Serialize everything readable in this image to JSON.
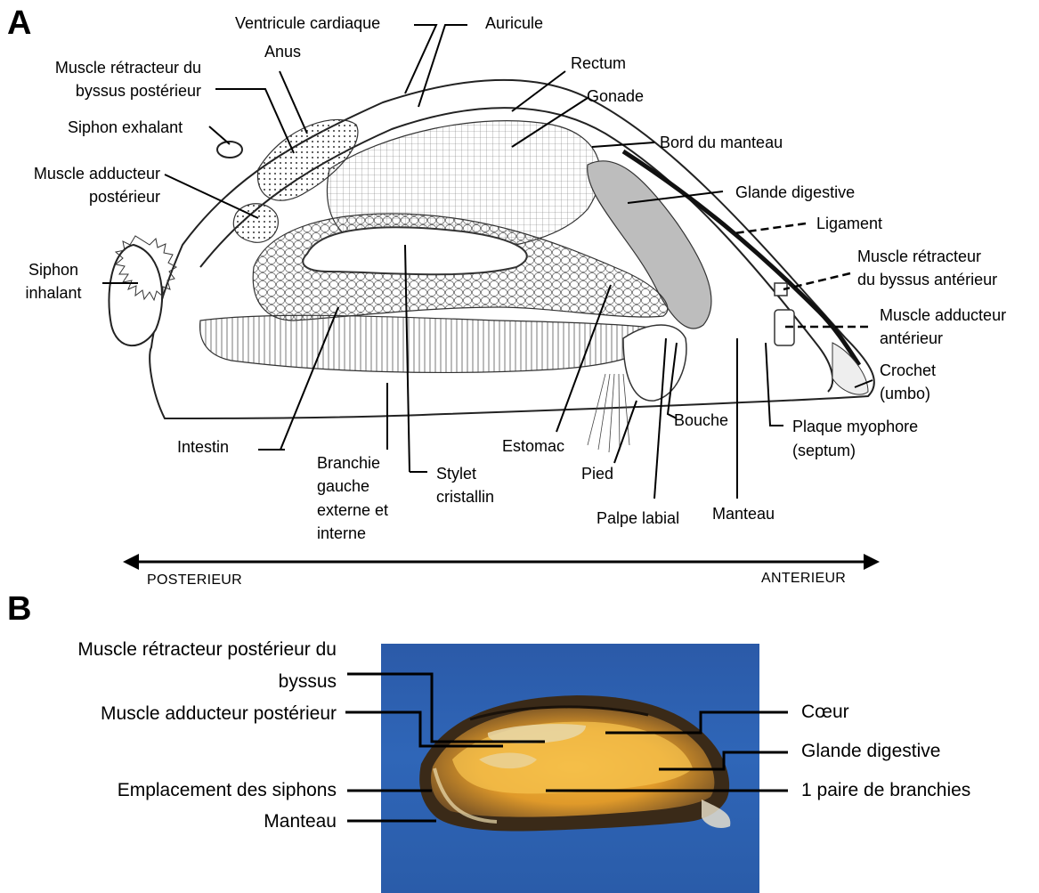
{
  "panel_a": {
    "letter": "A",
    "labels": {
      "ventricule": "Ventricule cardiaque",
      "auricule": "Auricule",
      "anus": "Anus",
      "rectum": "Rectum",
      "gonade": "Gonade",
      "retracteur_post_1": "Muscle rétracteur du",
      "retracteur_post_2": "byssus postérieur",
      "siphon_exhalant": "Siphon exhalant",
      "bord_manteau": "Bord du manteau",
      "adducteur_post_1": "Muscle adducteur",
      "adducteur_post_2": "postérieur",
      "glande_digestive": "Glande digestive",
      "ligament": "Ligament",
      "siphon_inhalant_1": "Siphon",
      "siphon_inhalant_2": "inhalant",
      "retracteur_ant_1": "Muscle rétracteur",
      "retracteur_ant_2": "du byssus antérieur",
      "adducteur_ant_1": "Muscle adducteur",
      "adducteur_ant_2": "antérieur",
      "crochet_1": "Crochet",
      "crochet_2": "(umbo)",
      "bouche": "Bouche",
      "plaque_1": "Plaque myophore",
      "plaque_2": "(septum)",
      "intestin": "Intestin",
      "estomac": "Estomac",
      "branchie_1": "Branchie",
      "branchie_2": "gauche",
      "branchie_3": "externe et",
      "branchie_4": "interne",
      "stylet_1": "Stylet",
      "stylet_2": "cristallin",
      "pied": "Pied",
      "palpe": "Palpe labial",
      "manteau": "Manteau"
    },
    "axis": {
      "left": "POSTERIEUR",
      "right": "ANTERIEUR"
    }
  },
  "panel_b": {
    "letter": "B",
    "labels": {
      "retracteur_1": "Muscle rétracteur postérieur du",
      "retracteur_2": "byssus",
      "adducteur": "Muscle adducteur postérieur",
      "siphons": "Emplacement des siphons",
      "manteau": "Manteau",
      "coeur": "Cœur",
      "glande": "Glande digestive",
      "branchies": "1 paire de branchies"
    },
    "background_color": "#2f66b8"
  }
}
